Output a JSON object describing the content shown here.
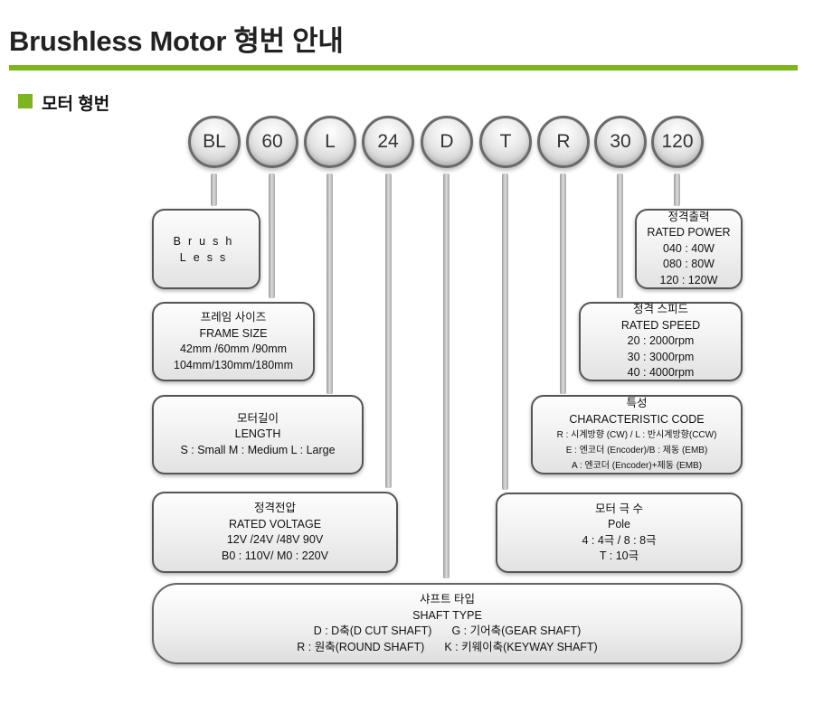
{
  "header": {
    "title": "Brushless Motor 형번 안내",
    "section_title": "모터 형번"
  },
  "code_parts": [
    "BL",
    "60",
    "L",
    "24",
    "D",
    "T",
    "R",
    "30",
    "120"
  ],
  "boxes": {
    "brushless": {
      "lines": [
        "Brush",
        "Less"
      ]
    },
    "frame_size": {
      "lines": [
        "프레임 사이즈",
        "FRAME SIZE",
        "42mm /60mm /90mm",
        "104mm/130mm/180mm"
      ]
    },
    "length": {
      "lines": [
        "모터길이",
        "LENGTH",
        "S : Small M : Medium L : Large"
      ]
    },
    "rated_voltage": {
      "lines": [
        "정격전압",
        "RATED VOLTAGE",
        "12V /24V /48V 90V",
        "B0 : 110V/ M0 : 220V"
      ]
    },
    "shaft_type": {
      "title_ko": "샤프트 타입",
      "title_en": "SHAFT TYPE",
      "row1_left": "D : D축(D CUT SHAFT)",
      "row1_right": "G : 기어축(GEAR SHAFT)",
      "row2_left": "R : 원축(ROUND SHAFT)",
      "row2_right": "K : 키웨이축(KEYWAY SHAFT)"
    },
    "pole": {
      "lines": [
        "모터 극 수",
        "Pole",
        "4 : 4극 / 8 : 8극",
        "T : 10극"
      ]
    },
    "characteristic": {
      "lines": [
        "특성",
        "CHARACTERISTIC CODE",
        "R : 시계방향 (CW) / L : 반시계방향(CCW)",
        "E : 엔코더 (Encoder)/B : 제동 (EMB)",
        "A : 엔코더 (Encoder)+제동 (EMB)"
      ]
    },
    "rated_speed": {
      "lines": [
        "정격 스피드",
        "RATED SPEED",
        "20 : 2000rpm",
        "30 : 3000rpm",
        "40 : 4000rpm"
      ]
    },
    "rated_power": {
      "lines": [
        "정격출력",
        "RATED POWER",
        "040 : 40W",
        "080 : 80W",
        "120 : 120W"
      ]
    }
  },
  "colors": {
    "accent": "#7cb51d",
    "circle_border": "#6a6a6a",
    "box_border": "#555555"
  }
}
